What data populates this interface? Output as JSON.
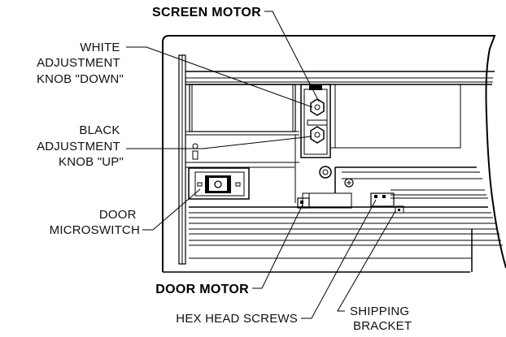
{
  "labels": {
    "screen_motor": "SCREEN MOTOR",
    "white_knob": [
      "WHITE",
      "ADJUSTMENT",
      "KNOB \"DOWN\""
    ],
    "black_knob": [
      "BLACK",
      "ADJUSTMENT",
      "KNOB \"UP\""
    ],
    "door_microswitch": [
      "DOOR",
      "MICROSWITCH"
    ],
    "door_motor": "DOOR MOTOR",
    "hex_head_screws": "HEX HEAD SCREWS",
    "shipping_bracket": [
      "SHIPPING",
      "BRACKET"
    ]
  }
}
